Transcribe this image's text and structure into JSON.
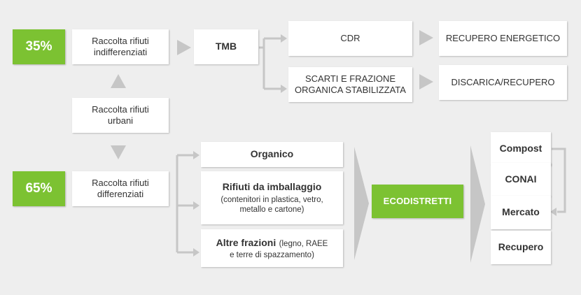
{
  "colors": {
    "accent": "#7cc232",
    "background": "#eeeeee",
    "box": "#ffffff",
    "connector": "#c6c6c6",
    "text": "#333333"
  },
  "percentages": {
    "undifferentiated": "35%",
    "differentiated": "65%"
  },
  "collection": {
    "undifferentiated": "Raccolta rifiuti indifferenziati",
    "urban": "Raccolta rifiuti urbani",
    "differentiated": "Raccolta rifiuti differenziati"
  },
  "tmb": "TMB",
  "tmb_outputs": {
    "cdr": "CDR",
    "waste_line1": "SCARTI E FRAZIONE",
    "waste_line2": "ORGANICA STABILIZZATA"
  },
  "destinations": {
    "energy": "RECUPERO ENERGETICO",
    "landfill": "DISCARICA/RECUPERO"
  },
  "fractions": {
    "organic": "Organico",
    "packaging_title": "Rifiuti da imballaggio",
    "packaging_detail": "(contenitori in plastica, vetro, metallo e cartone)",
    "other_title": "Altre frazioni",
    "other_detail_1": "(legno, RAEE",
    "other_detail_2": "e terre di spazzamento)"
  },
  "ecodistretti": "ECODISTRETTI",
  "outputs": [
    "Compost",
    "CONAI",
    "Mercato",
    "Recupero"
  ]
}
